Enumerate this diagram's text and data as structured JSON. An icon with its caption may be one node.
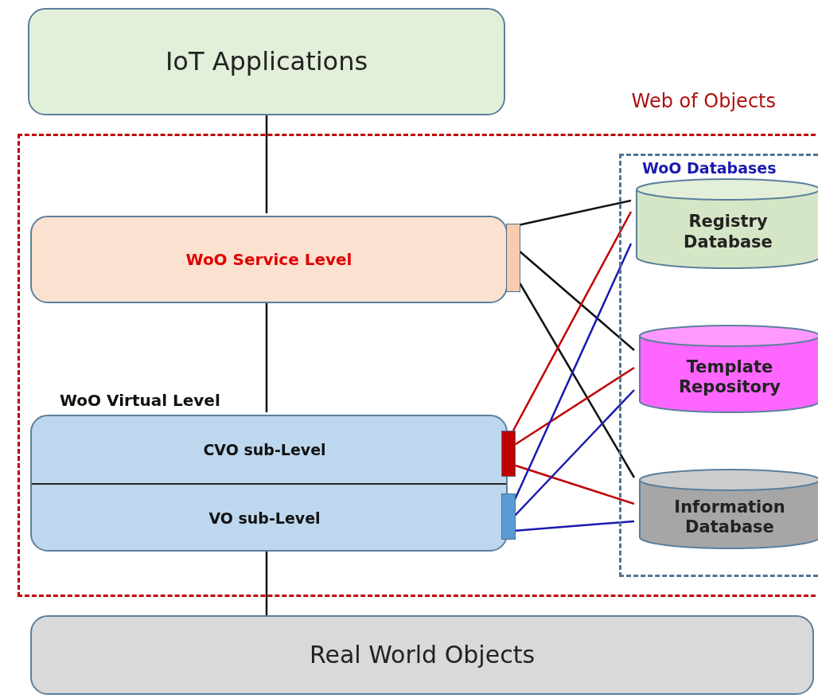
{
  "diagram": {
    "nodes": [
      {
        "text": [
          "IoT Applications"
        ]
      },
      {
        "text": [
          "Web of Objects"
        ]
      },
      {
        "text": [
          "WoO Service Level"
        ],
        "in": 1
      },
      {
        "text": [],
        "shape": "box",
        "in": 1
      },
      {
        "text": [
          "WoO Virtual Level"
        ],
        "in": 1
      },
      {
        "text": [
          "CVO sub-Level"
        ],
        "in": 4
      },
      {
        "text": [
          "VO sub-Level"
        ],
        "in": 4
      },
      {
        "text": [],
        "shape": "box",
        "in": 1
      },
      {
        "text": [],
        "shape": "box",
        "in": 1
      },
      {
        "text": [
          "WoO Databases"
        ],
        "in": 1
      },
      {
        "text": [
          "Registry Database"
        ],
        "in": 9
      },
      {
        "text": [
          "Template Repository"
        ],
        "in": 9
      },
      {
        "text": [
          "Information Database"
        ],
        "in": 9
      },
      {
        "text": [
          "Real World Objects"
        ]
      }
    ],
    "edges": [
      {
        "from": 0,
        "to": 2,
        "arrow": "none"
      },
      {
        "from": 2,
        "to": 4,
        "arrow": "none"
      },
      {
        "from": 4,
        "to": 13,
        "arrow": "none"
      },
      {
        "from": 3,
        "to": 10,
        "arrow": "none"
      },
      {
        "from": 3,
        "to": 11,
        "arrow": "none"
      },
      {
        "from": 3,
        "to": 12,
        "arrow": "none"
      },
      {
        "from": 7,
        "to": 10,
        "arrow": "none",
        "color": "#c00000"
      },
      {
        "from": 7,
        "to": 11,
        "arrow": "none",
        "color": "#c00000"
      },
      {
        "from": 7,
        "to": 12,
        "arrow": "none",
        "color": "#c00000"
      },
      {
        "from": 8,
        "to": 10,
        "arrow": "none",
        "color": "#1a1ab0"
      },
      {
        "from": 8,
        "to": 11,
        "arrow": "none",
        "color": "#1a1ab0"
      },
      {
        "from": 8,
        "to": 12,
        "arrow": "none",
        "color": "#1a1ab0"
      }
    ]
  }
}
